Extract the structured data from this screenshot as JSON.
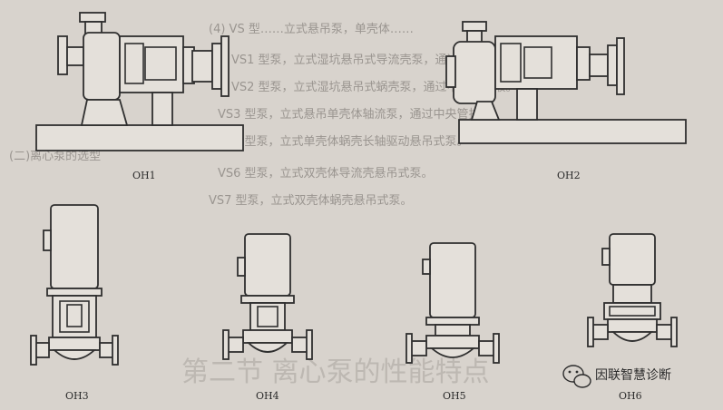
{
  "figure": {
    "pumps": [
      {
        "id": "OH1",
        "label": "OH1"
      },
      {
        "id": "OH2",
        "label": "OH2"
      },
      {
        "id": "OH3",
        "label": "OH3"
      },
      {
        "id": "OH4",
        "label": "OH4"
      },
      {
        "id": "OH5",
        "label": "OH5"
      },
      {
        "id": "OH6",
        "label": "OH6"
      }
    ]
  },
  "background_text": {
    "lines": [
      "(4) VS 型……立式悬吊泵，单壳体……",
      "VS1 型泵，立式湿坑悬吊式导流壳泵，通过中央管排液。",
      "VS2 型泵，立式湿坑悬吊式蜗壳泵，通过中央管排液。",
      "VS3 型泵，立式悬吊单壳体轴流泵，通过中央管排液。",
      "VS4 型泵，立式单壳体蜗壳长轴驱动悬吊式泵。",
      "(二)离心泵的选型",
      "VS6 型泵，立式双壳体导流壳悬吊式泵。",
      "VS7 型泵，立式双壳体蜗壳悬吊式泵。"
    ],
    "heading": "第二节 离心泵的性能特点"
  },
  "watermark": {
    "text": "因联智慧诊断"
  }
}
